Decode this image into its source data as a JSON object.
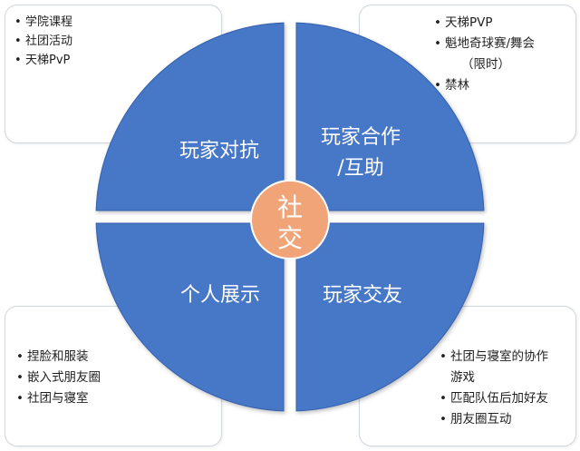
{
  "center_label_lines": [
    "社",
    "交"
  ],
  "quadrants": {
    "top_left": "玩家对抗",
    "top_right_lines": [
      "玩家合作",
      "/互助"
    ],
    "bottom_left": "个人展示",
    "bottom_right": "玩家交友"
  },
  "lists": {
    "top_left": [
      "学院课程",
      "社团活动",
      "天梯PvP"
    ],
    "top_right": [
      "天梯PVP",
      "魁地奇球赛/舞会",
      "（限时）",
      "禁林"
    ],
    "bottom_left": [
      "捏脸和服装",
      "嵌入式朋友圈",
      "社团与寝室"
    ],
    "bottom_right": [
      "社团与寝室的协作",
      "游戏",
      "匹配队伍后加好友",
      "朋友圈互动"
    ]
  },
  "colors": {
    "quadrant_fill": "#4677c7",
    "quadrant_edge": "#3661aa",
    "center_fill": "#f0a477",
    "text_on_quadrant": "#ffffff"
  }
}
